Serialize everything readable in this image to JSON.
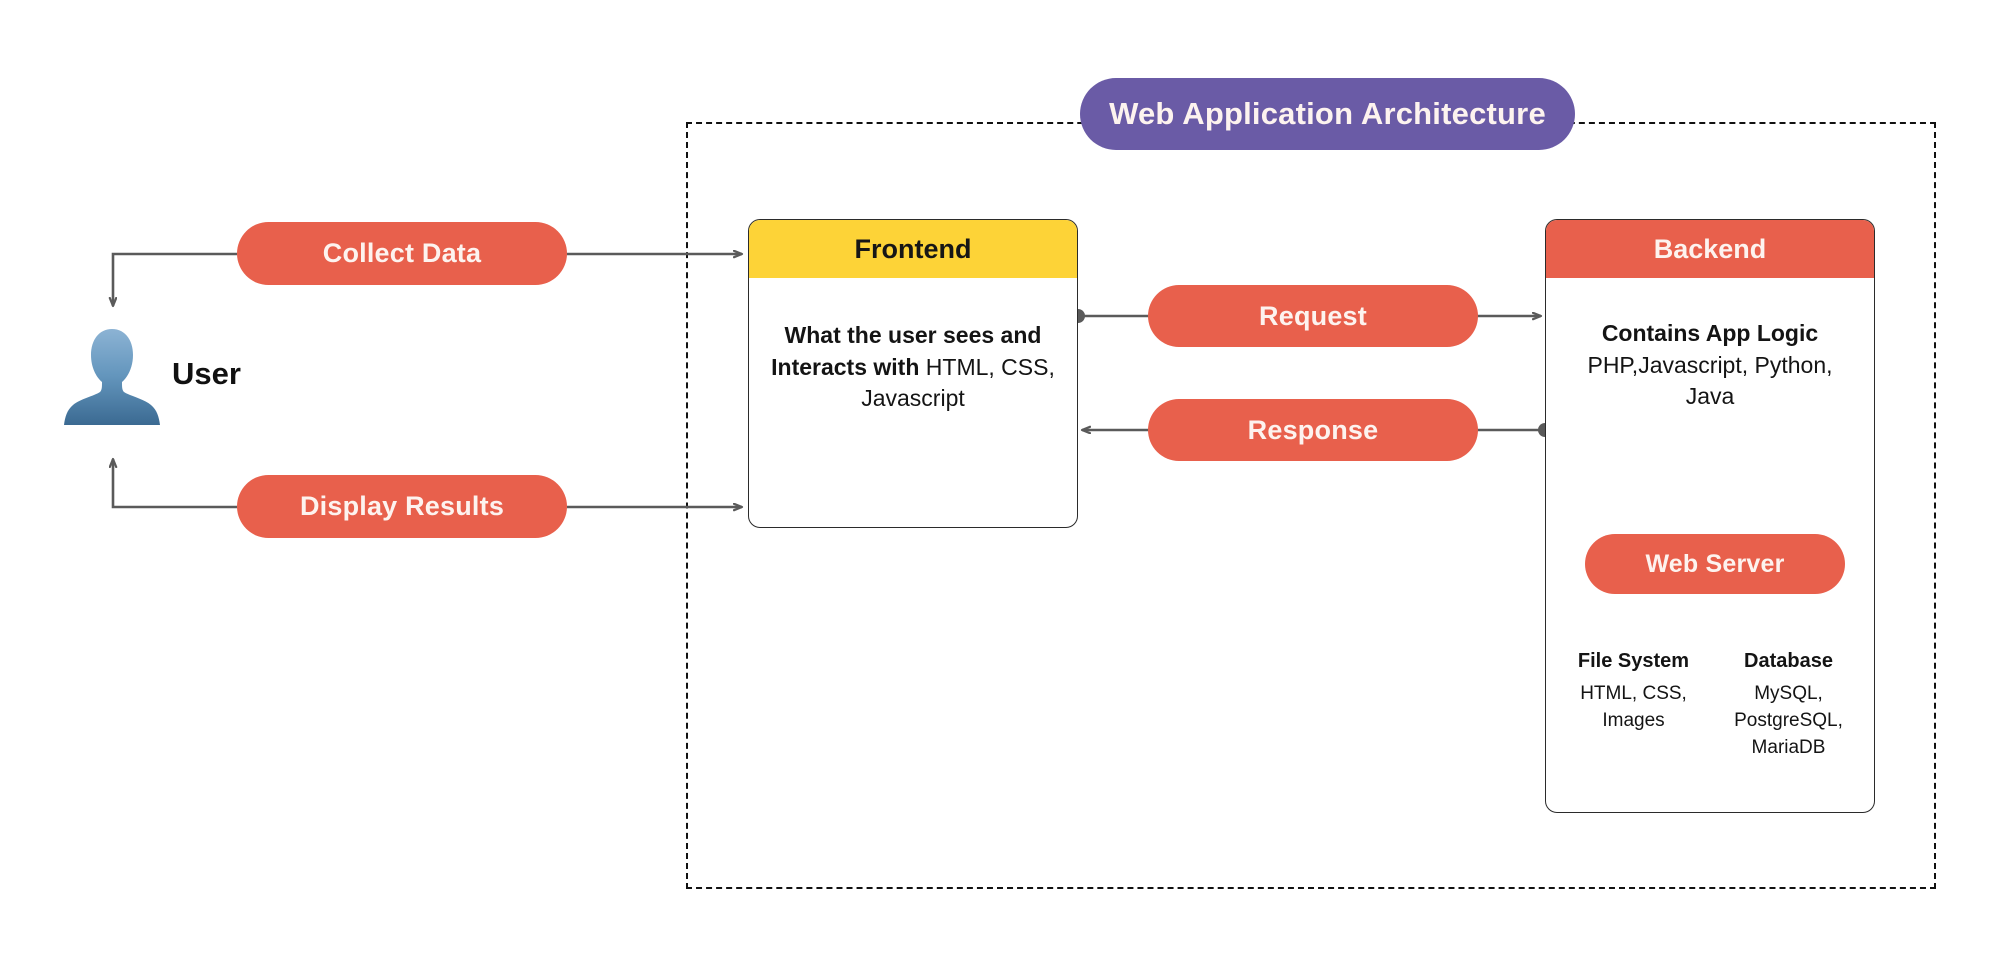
{
  "diagram": {
    "title": "Web Application Architecture",
    "colors": {
      "coral": "#e8604c",
      "purple": "#6a5ba6",
      "yellow": "#fdd337",
      "line": "#5a5a5a",
      "text_dark": "#141414",
      "text_light": "#fdf3ef",
      "avatar_top": "#7ba7cc",
      "avatar_bottom": "#3e6e96"
    }
  },
  "user": {
    "label": "User",
    "avatar_icon": "user-silhouette-icon"
  },
  "flow_pills": {
    "collect": "Collect Data",
    "display": "Display Results",
    "request": "Request",
    "response": "Response"
  },
  "frontend": {
    "header": "Frontend",
    "body_strong": "What the user sees and Interacts with",
    "body_regular": "HTML, CSS, Javascript"
  },
  "backend": {
    "header": "Backend",
    "body_strong": "Contains App Logic",
    "body_regular": "PHP,Javascript, Python, Java",
    "web_server": "Web Server",
    "columns": [
      {
        "title": "File System",
        "text": "HTML, CSS, Images"
      },
      {
        "title": "Database",
        "text": "MySQL, PostgreSQL, MariaDB"
      }
    ]
  }
}
